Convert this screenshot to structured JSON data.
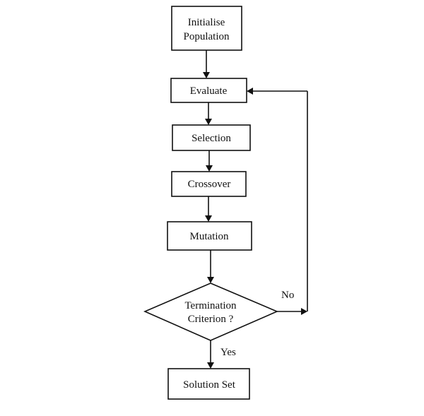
{
  "flowchart": {
    "initialise": [
      "Initialise",
      "Population"
    ],
    "evaluate": "Evaluate",
    "selection": "Selection",
    "crossover": "Crossover",
    "mutation": "Mutation",
    "termination": [
      "Termination",
      "Criterion ?"
    ],
    "solution": "Solution Set",
    "no_label": "No",
    "yes_label": "Yes"
  }
}
